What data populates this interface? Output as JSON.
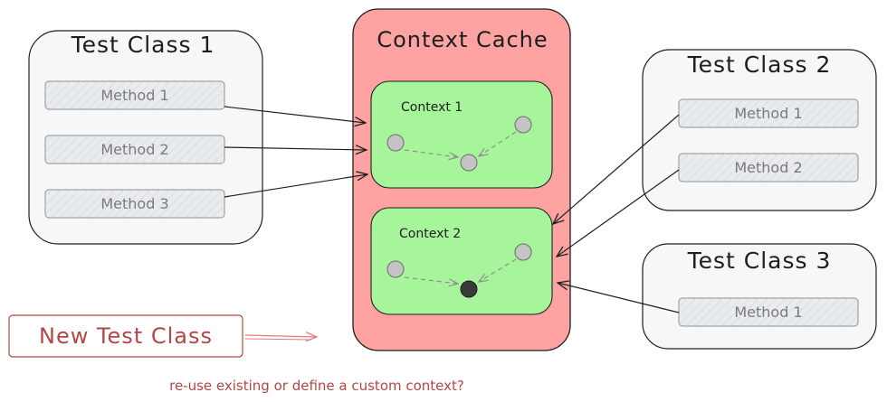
{
  "test_class_1": {
    "title": "Test Class 1",
    "methods": [
      "Method 1",
      "Method 2",
      "Method 3"
    ]
  },
  "test_class_2": {
    "title": "Test Class 2",
    "methods": [
      "Method 1",
      "Method 2"
    ]
  },
  "test_class_3": {
    "title": "Test Class 3",
    "methods": [
      "Method 1"
    ]
  },
  "context_cache": {
    "title": "Context Cache",
    "contexts": [
      {
        "label": "Context 1"
      },
      {
        "label": "Context 2"
      }
    ]
  },
  "new_test_class": {
    "label": "New Test Class"
  },
  "question": "re-use existing or define a custom context?",
  "colors": {
    "cache_fill": "#ffa2a2",
    "context_fill": "#a6f59a",
    "class_fill": "#f7f7f7",
    "method_fill": "#e9ecef",
    "node_fill": "#c4c4c4",
    "node_dark": "#3a3a3a",
    "accent_red": "#b34747"
  },
  "icons": [
    "circle-node-icon",
    "arrow-icon"
  ]
}
